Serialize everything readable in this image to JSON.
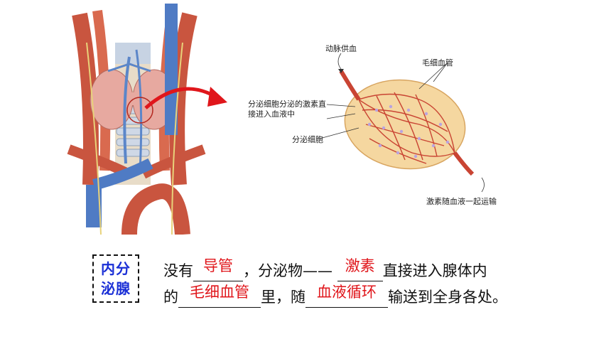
{
  "diagram": {
    "label_artery": "动脉供血",
    "label_capillary": "毛细血管",
    "label_secrete": "分泌细胞分泌的激素直接进入血液中",
    "label_cell": "分泌细胞",
    "label_hormone_transport": "激素随血液一起运输"
  },
  "term": {
    "line1": "内分",
    "line2": "泌腺"
  },
  "sentence": {
    "part1": "没有",
    "answer1": "导管",
    "part2": "，分泌物——",
    "answer2": "激素",
    "part3": "直接进入腺体内",
    "part4": "的",
    "answer3": "毛细血管",
    "part5": "里，随",
    "answer4": "血液循环",
    "part6": "输送到全身各处。"
  },
  "colors": {
    "term_blue": "#1a2fd6",
    "answer_red": "#e0161b",
    "arrow_red": "#e0161b"
  }
}
